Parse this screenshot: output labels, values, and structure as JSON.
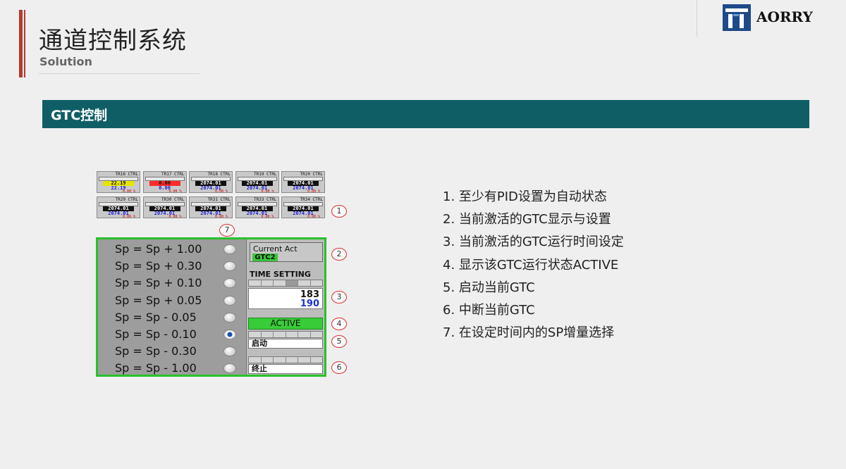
{
  "header": {
    "title": "通道控制系统",
    "subtitle": "Solution",
    "logo_text": "AORRY"
  },
  "banner": {
    "title": "GTC控制"
  },
  "tiles": [
    {
      "name": "TR16 CTRL",
      "v1": "22.19",
      "v2": "22.19",
      "v3": "0.00 %",
      "style": "yel"
    },
    {
      "name": "TR17 CTRL",
      "v1": "0.00",
      "v2": "0.00",
      "v3": "0.00 %",
      "style": "red"
    },
    {
      "name": "TR18 CTRL",
      "v1": "2074.01",
      "v2": "2074.01",
      "v3": "0.00 %",
      "style": "blk"
    },
    {
      "name": "TR19 CTRL",
      "v1": "2074.01",
      "v2": "2074.01",
      "v3": "0.00 %",
      "style": "blk"
    },
    {
      "name": "TR20 CTRL",
      "v1": "2074.01",
      "v2": "2074.01",
      "v3": "0.00 %",
      "style": "blk"
    },
    {
      "name": "TR29 CTRL",
      "v1": "2074.01",
      "v2": "2074.01",
      "v3": "0.00 %",
      "style": "blk"
    },
    {
      "name": "TR30 CTRL",
      "v1": "2074.01",
      "v2": "2074.01",
      "v3": "0.00 %",
      "style": "blk"
    },
    {
      "name": "TR31 CTRL",
      "v1": "2074.01",
      "v2": "2074.01",
      "v3": "0.00 %",
      "style": "blk"
    },
    {
      "name": "TR33 CTRL",
      "v1": "2074.01",
      "v2": "2074.01",
      "v3": "0.00 %",
      "style": "blk"
    },
    {
      "name": "TR34 CTRL",
      "v1": "2074.01",
      "v2": "2074.01",
      "v3": "0.00 %",
      "style": "blk"
    }
  ],
  "panel": {
    "sp_options": [
      {
        "label": "Sp = Sp + 1.00",
        "selected": false
      },
      {
        "label": "Sp = Sp + 0.30",
        "selected": false
      },
      {
        "label": "Sp = Sp + 0.10",
        "selected": false
      },
      {
        "label": "Sp = Sp + 0.05",
        "selected": false
      },
      {
        "label": "Sp = Sp - 0.05",
        "selected": false
      },
      {
        "label": "Sp = Sp - 0.10",
        "selected": true
      },
      {
        "label": "Sp = Sp - 0.30",
        "selected": false
      },
      {
        "label": "Sp = Sp - 1.00",
        "selected": false
      }
    ],
    "current_act_label": "Current Act",
    "current_act_value": "GTC2",
    "time_setting_label": "TIME SETTING",
    "time_elapsed": "183",
    "time_set": "190",
    "active_label": "ACTIVE",
    "start_label": "启动",
    "stop_label": "终止"
  },
  "markers": [
    "1",
    "2",
    "3",
    "4",
    "5",
    "6",
    "7"
  ],
  "notes": [
    "1. 至少有PID设置为自动状态",
    "2. 当前激活的GTC显示与设置",
    "3. 当前激活的GTC运行时间设定",
    "4. 显示该GTC运行状态ACTIVE",
    "5. 启动当前GTC",
    "6. 中断当前GTC",
    "7. 在设定时间内的SP增量选择"
  ],
  "colors": {
    "accent_red": "#b53a2d",
    "banner_teal": "#0f5e66",
    "active_green": "#39cc39",
    "logo_blue": "#1e4a8a"
  }
}
